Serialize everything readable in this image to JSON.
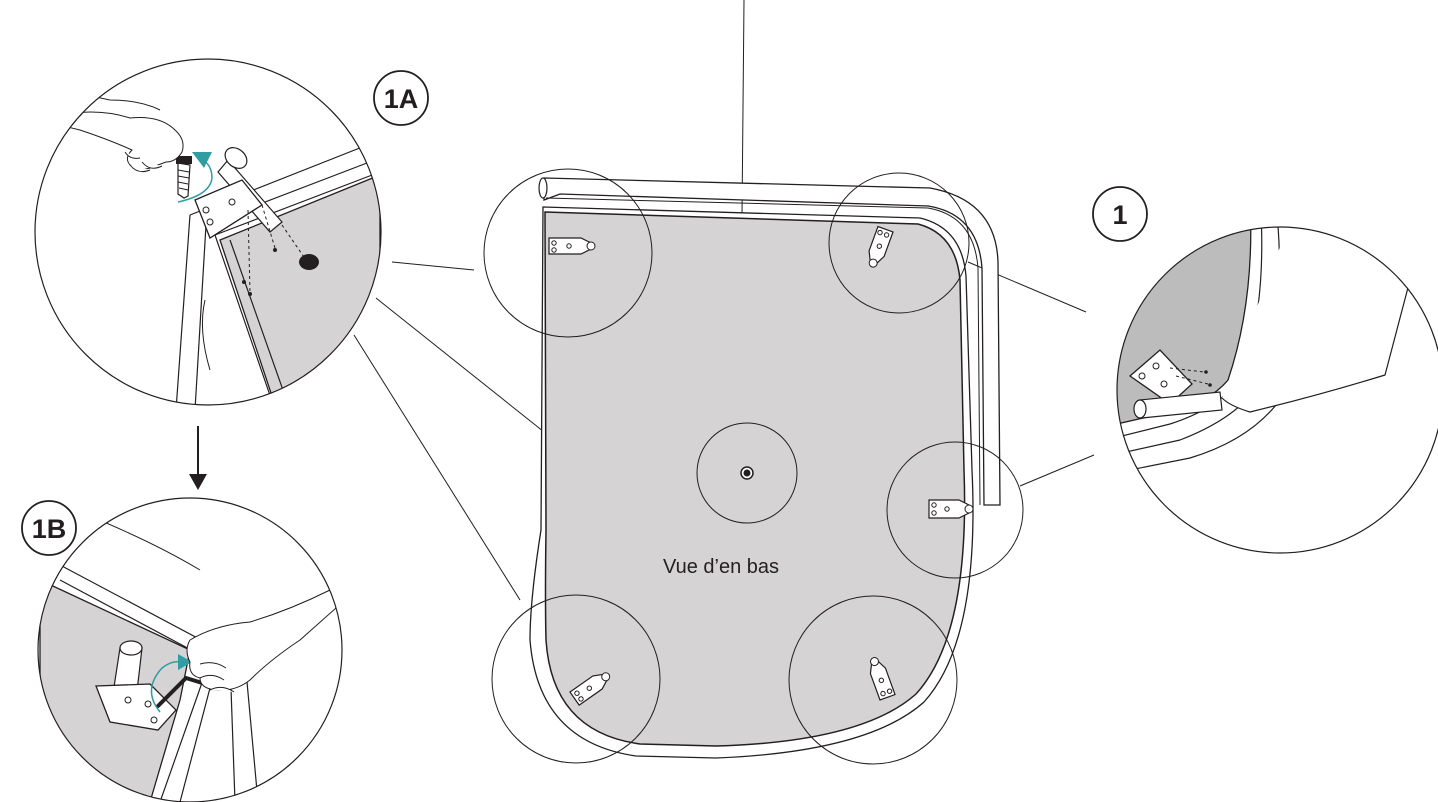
{
  "caption": "Vue d’en bas",
  "step_labels": {
    "step_1": "1",
    "step_1a": "1A",
    "step_1b": "1B"
  },
  "colors": {
    "line": "#231f20",
    "seat_fill": "#d5d3d3",
    "arrow_accent": "#2e9ea3",
    "background": "#ffffff"
  },
  "icons": [
    "screw-icon",
    "rotation-arrow-icon",
    "hex-key-icon",
    "hand-icon",
    "down-arrow-icon",
    "bracket-icon"
  ]
}
